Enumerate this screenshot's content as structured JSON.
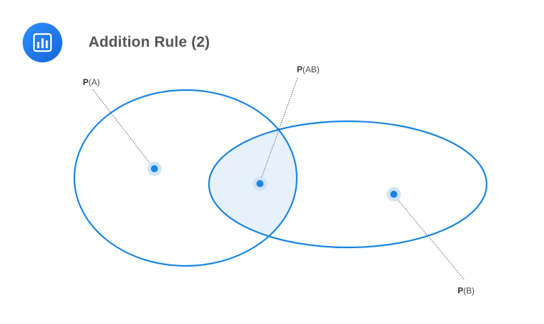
{
  "header": {
    "icon": "bar-chart-icon",
    "title": "Addition Rule (2)"
  },
  "labels": {
    "a": {
      "bold": "P",
      "text": "(A)"
    },
    "ab": {
      "bold": "P",
      "text": "(AB)"
    },
    "b": {
      "bold": "P",
      "text": "(B)"
    }
  },
  "colors": {
    "circle_stroke": "#1a85e0",
    "intersection_fill": "#e6f1fb",
    "dot": "#1a85e0",
    "dot_halo": "#cfe4f8",
    "icon_bg": "#1e78ee"
  }
}
